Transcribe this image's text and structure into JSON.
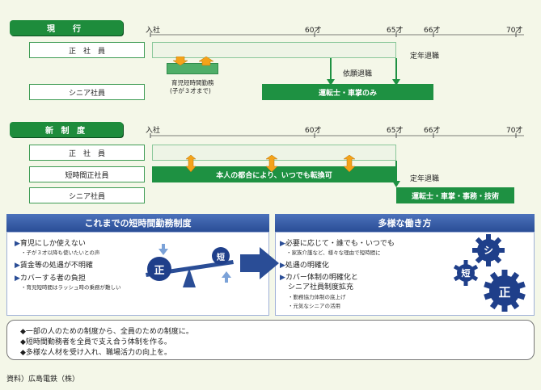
{
  "current": {
    "title": "現　行",
    "rows": [
      "正　社　員",
      "シニア社員"
    ],
    "ages": [
      "入社",
      "60才",
      "65才",
      "66才",
      "70才"
    ],
    "teinen": "定年退職",
    "irai": "依願退職",
    "senior_bar": "運転士・車掌のみ",
    "ikuji_note": [
      "育児短時間勤務",
      "(子が３才まで)"
    ]
  },
  "newsys": {
    "title": "新 制 度",
    "rows": [
      "正　社　員",
      "短時間正社員",
      "シニア社員"
    ],
    "ages": [
      "入社",
      "60才",
      "65才",
      "66才",
      "70才"
    ],
    "switch_bar": "本人の都合により、いつでも転換可",
    "teinen": "定年退職",
    "senior_bar": "運転士・車掌・事務・技術"
  },
  "left_panel": {
    "title": "これまでの短時間勤務制度",
    "items": [
      {
        "text": "育児にしか使えない",
        "sub": "・子が３才以降も使いたいとの声"
      },
      {
        "text": "賃金等の処遇が不明確",
        "sub": ""
      },
      {
        "text": "カバーする者の負担",
        "sub": "・育児短時間はラッシュ時の乗務が難しい"
      }
    ],
    "seesaw": {
      "left": "正",
      "right": "短"
    }
  },
  "right_panel": {
    "title": "多様な働き方",
    "items": [
      {
        "text": "必要に応じて・誰でも・いつでも",
        "subs": [
          "・家族介護など、様々な理由で短時間に"
        ]
      },
      {
        "text": "処遇の明確化",
        "subs": []
      },
      {
        "text": "カバー体制の明確化と",
        "text2": "シニア社員制度拡充",
        "subs": [
          "・勤務協力体制の底上げ",
          "・元気なシニアの活用"
        ]
      }
    ],
    "gears": [
      "シ",
      "短",
      "正"
    ]
  },
  "summary": [
    "◆一部の人のための制度から、全員のための制度に。",
    "◆短時間勤務者を全員で支え合う体制を作る。",
    "◆多様な人材を受け入れ、職場活力の向上を。"
  ],
  "source": "資料）広島電鉄（株）",
  "colors": {
    "green": "#1e9142",
    "blue": "#2a4d96",
    "orange": "#f4a31a",
    "bg": "#f4f7e8"
  }
}
